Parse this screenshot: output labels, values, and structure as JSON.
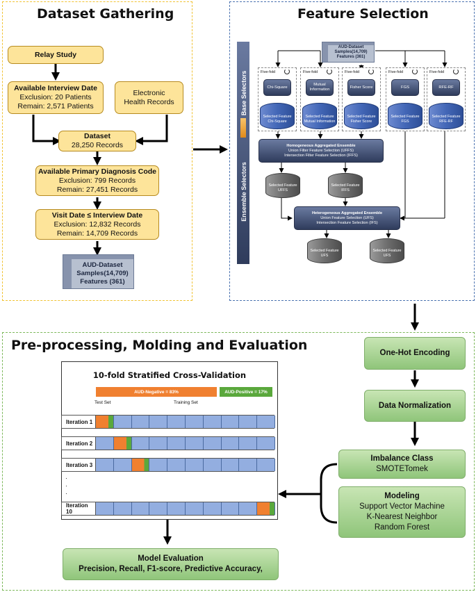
{
  "dataset_gathering": {
    "title": "Dataset Gathering",
    "relay_study": "Relay Study",
    "interview": {
      "title": "Available Interview Date",
      "line1": "Exclusion: 20 Patients",
      "line2": "Remain: 2,571 Patients"
    },
    "ehr": {
      "line1": "Electronic",
      "line2": "Health Records"
    },
    "dataset": {
      "title": "Dataset",
      "line1": "28,250 Records"
    },
    "diagnosis": {
      "title": "Available Primary Diagnosis Code",
      "line1": "Exclusion: 799 Records",
      "line2": "Remain: 27,451 Records"
    },
    "visit": {
      "title": "Visit Date ≤ Interview Date",
      "line1": "Exclusion: 12,832 Records",
      "line2": "Remain: 14,709 Records"
    },
    "aud": {
      "line1": "AUD-Dataset",
      "line2": "Samples(14,709)",
      "line3": "Features (361)"
    }
  },
  "feature_selection": {
    "title": "Feature Selection",
    "base_label": "Base Selectors",
    "ensemble_label": "Ensemble Selectors",
    "aud": {
      "line1": "AUD-Dataset",
      "line2": "Samples(14,709)",
      "line3": "Features (361)"
    },
    "five_fold": "Five-fold",
    "selectors": [
      {
        "name": "Chi-Square",
        "feature_line1": "Selected Feature",
        "feature_line2": "Chi-Square"
      },
      {
        "name": "Mutual Information",
        "feature_line1": "Selected Feature",
        "feature_line2": "Mutual Information"
      },
      {
        "name": "Fisher Score",
        "feature_line1": "Selected Feature",
        "feature_line2": "Fisher Score"
      },
      {
        "name": "FGS",
        "feature_line1": "Selected Feature",
        "feature_line2": "FGS"
      },
      {
        "name": "RFE-RF",
        "feature_line1": "Selected Feature",
        "feature_line2": "RFE-RF"
      }
    ],
    "homogeneous": {
      "line1": "Homogeneous Aggregated Ensemble",
      "line2": "Union Filter Feature Selection (UFFS)",
      "line3": "Intersection Filter Feature Selection (IFFS)"
    },
    "uffs": {
      "line1": "Selected Feature",
      "line2": "UFFS"
    },
    "iffs": {
      "line1": "Selected Feature",
      "line2": "IFFS"
    },
    "heterogeneous": {
      "line1": "Heterogeneous Aggregated Ensemble",
      "line2": "Union Feature Selection (UFS)",
      "line3": "Intersection Feature Selection (IFS)"
    },
    "ufs": {
      "line1": "Selected Feature",
      "line2": "UFS"
    },
    "ufs2": {
      "line1": "Selected Feature",
      "line2": "UFS"
    }
  },
  "preprocessing": {
    "title": "Pre-processing, Molding and Evaluation",
    "cv_title": "10-fold Stratified Cross-Validation",
    "aud_negative": "AUD-Negative = 83%",
    "aud_positive": "AUD-Positive = 17%",
    "test_set": "Test Set",
    "training_set": "Training Set",
    "iterations": [
      {
        "label": "Iteration 1",
        "test_index": 0
      },
      {
        "label": "Iteration 2",
        "test_index": 1
      },
      {
        "label": "Iteration 3",
        "test_index": 2
      },
      {
        "label": "Iteration 10",
        "test_index": 9
      }
    ],
    "one_hot": "One-Hot Encoding",
    "normalization": "Data Normalization",
    "imbalance": {
      "title": "Imbalance Class",
      "line1": "SMOTETomek"
    },
    "modeling": {
      "title": "Modeling",
      "line1": "Support Vector Machine",
      "line2": "K-Nearest Neighbor",
      "line3": "Random Forest"
    },
    "evaluation": {
      "title": "Model Evaluation",
      "line1": "Precision, Recall, F1-score, Predictive Accuracy,"
    }
  },
  "colors": {
    "gathering_border": "#f1c232",
    "feature_border": "#4a72b0",
    "preprocess_border": "#7cb85a",
    "negative": "#f08030",
    "positive": "#5aa83c",
    "fold_blue": "#93aee0"
  }
}
